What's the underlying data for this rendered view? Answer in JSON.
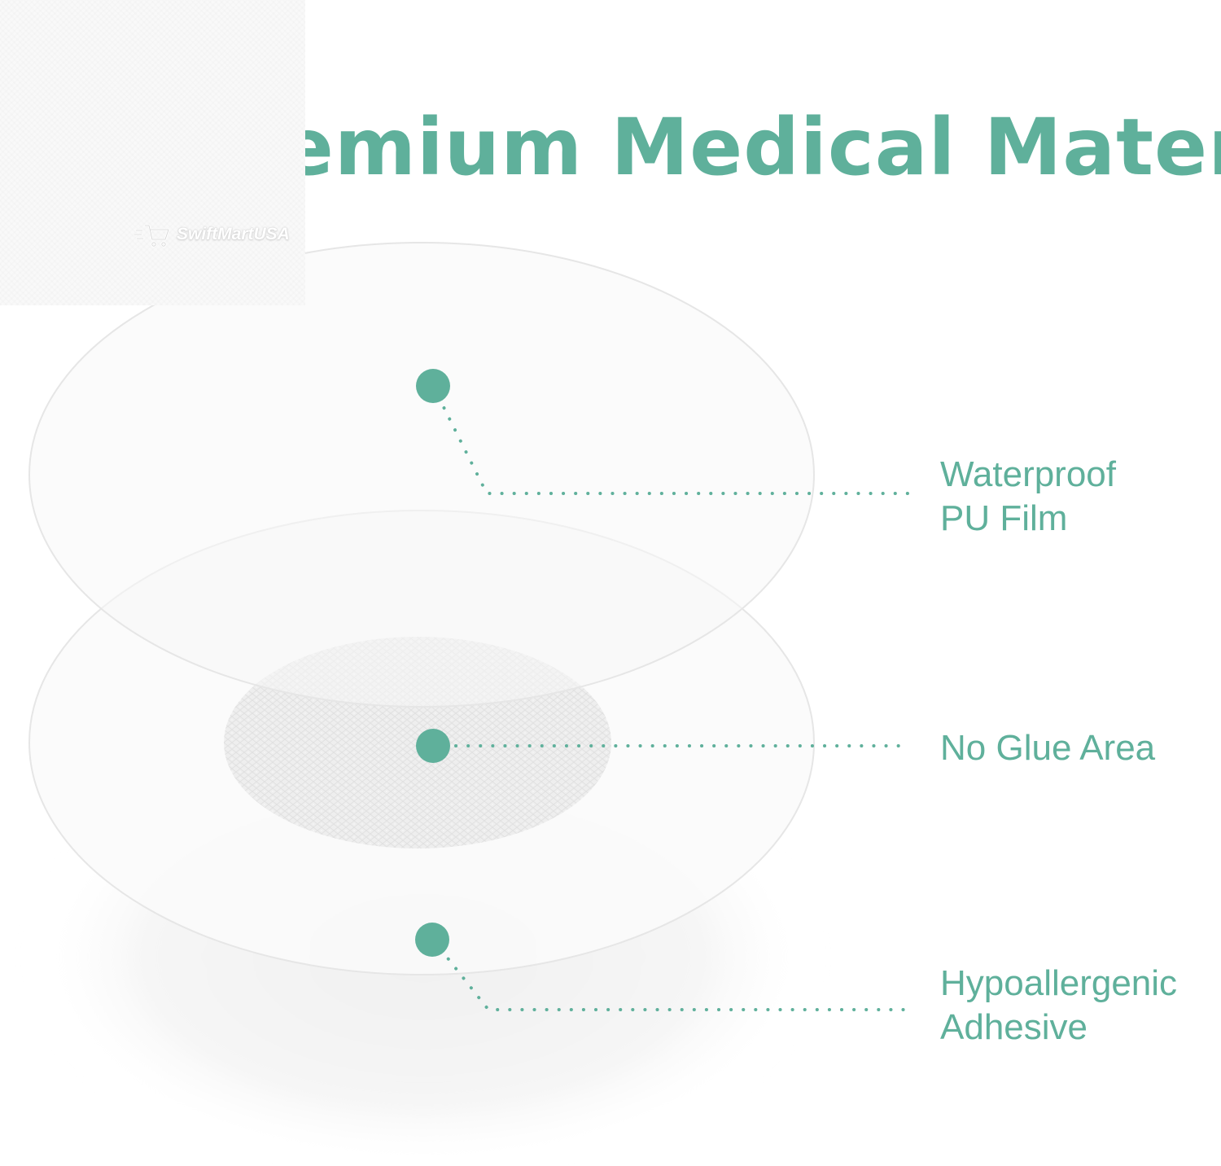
{
  "headline": {
    "text": "Premium Medical Materials"
  },
  "watermark": {
    "brand": "SwiftMartUSA",
    "icon": "shopping-cart-icon"
  },
  "layers": [
    {
      "lines": [
        "Waterproof",
        "PU Film"
      ]
    },
    {
      "lines": [
        "No Glue Area"
      ]
    },
    {
      "lines": [
        "Hypoallergenic",
        "Adhesive"
      ]
    }
  ],
  "colors": {
    "accent": "#5fb09b",
    "outline": "#e6e6e6"
  }
}
